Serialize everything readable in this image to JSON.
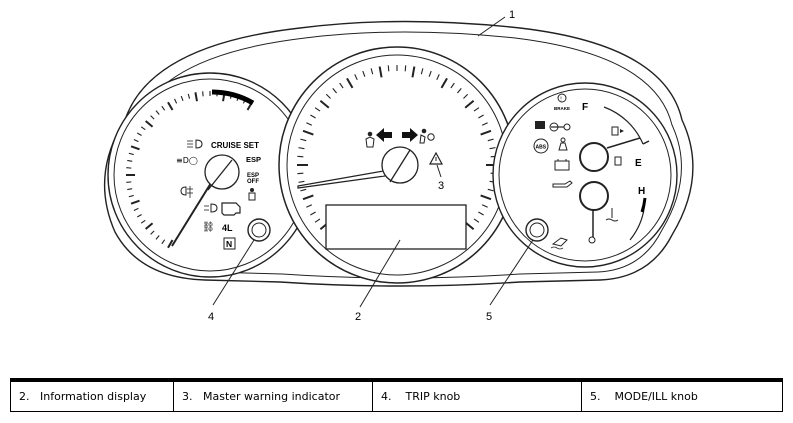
{
  "callouts": {
    "c1": "1",
    "c2": "2",
    "c3": "3",
    "c4": "4",
    "c5": "5"
  },
  "indicators": {
    "cruise_set": "CRUISE SET",
    "esp": "ESP",
    "esp_off_line1": "ESP",
    "esp_off_line2": "OFF",
    "four_l": "4L",
    "neutral": "N",
    "brake": "BRAKE",
    "abs": "ABS"
  },
  "fuel_gauge": {
    "full_label": "F",
    "empty_label": "E"
  },
  "temp_gauge": {
    "hot_label": "H"
  },
  "legend": [
    {
      "num": "2.",
      "text": "Information display"
    },
    {
      "num": "3.",
      "text": "Master warning indicator"
    },
    {
      "num": "4.",
      "text": "TRIP knob"
    },
    {
      "num": "5.",
      "text": "MODE/ILL knob"
    }
  ]
}
